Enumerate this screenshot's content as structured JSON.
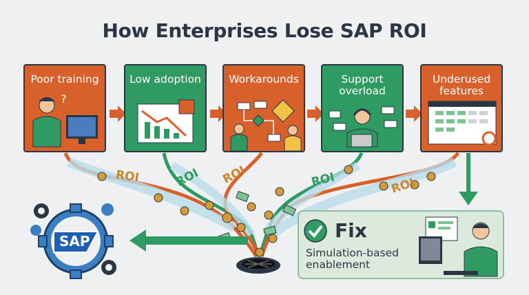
{
  "title": "How Enterprises Lose SAP ROI",
  "steps": [
    {
      "label": "Poor training",
      "color": "#d8602a"
    },
    {
      "label": "Low adoption",
      "color": "#2f9a62"
    },
    {
      "label": "Workarounds",
      "color": "#d8602a"
    },
    {
      "label": "Support overload",
      "color": "#2f9a62"
    },
    {
      "label": "Underused features",
      "color": "#d8602a"
    }
  ],
  "roi_text": "ROI",
  "logo_text": "SAP",
  "fix": {
    "title": "Fix",
    "subtitle": "Simulation-based enablement"
  },
  "icons": [
    "confused-person-icon",
    "declining-chart-icon",
    "thumbs-down-icon",
    "workaround-flow-icon",
    "detour-sign-icon",
    "support-agent-icon",
    "dashboard-screen-icon",
    "magnifier-icon",
    "coin-icon",
    "drain-icon",
    "gear-icon",
    "checkmark-icon",
    "learner-at-computer-icon"
  ]
}
